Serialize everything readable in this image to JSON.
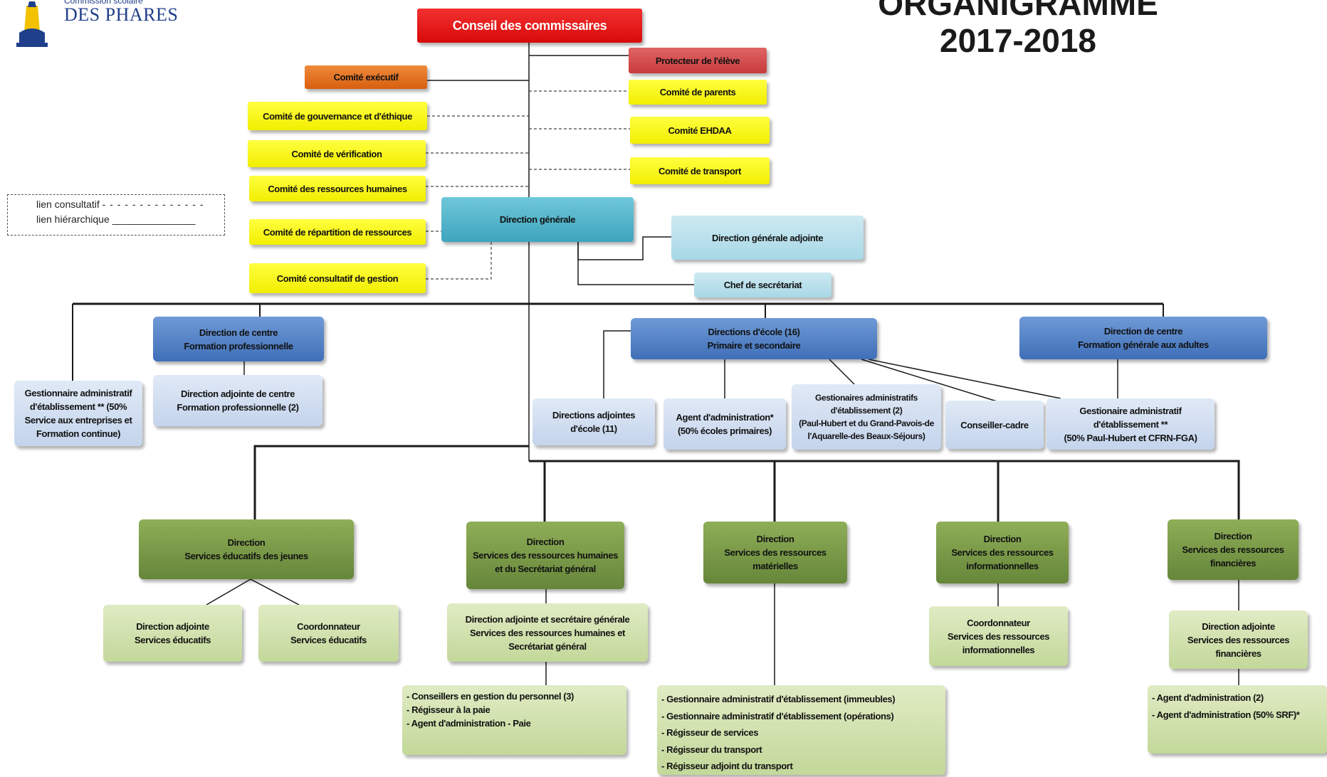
{
  "header": {
    "title_line1": "ORGANIGRAMME",
    "title_line2": "2017-2018",
    "logo_line1": "Commission scolaire",
    "logo_line2": "DES PHARES"
  },
  "legend": {
    "consultatif": "lien consultatif",
    "hierarchique": "lien hiérarchique"
  },
  "top": {
    "conseil": "Conseil des commissaires",
    "comite_executif": "Comité exécutif",
    "protecteur": "Protecteur de l'élève",
    "comite_parents": "Comité de parents",
    "comite_gouvernance": "Comité de gouvernance et d'éthique",
    "comite_ehdaa": "Comité EHDAA",
    "comite_verification": "Comité de vérification",
    "comite_transport": "Comité de transport",
    "comite_rh": "Comité des ressources humaines",
    "comite_repartition": "Comité de répartition de ressources",
    "comite_consultatif": "Comité consultatif de gestion",
    "direction_generale": "Direction générale",
    "dg_adjointe": "Direction générale adjointe",
    "chef_secretariat": "Chef de secrétariat"
  },
  "middle": {
    "dc_fp": "Direction de centre\nFormation professionnelle",
    "gestionnaire_50": "Gestionnaire administratif d'établissement ** (50% Service aux entreprises et Formation continue)",
    "da_fp": "Direction adjointe de centre\nFormation professionnelle (2)",
    "directions_ecole": "Directions d'école (16)\nPrimaire et secondaire",
    "directions_adjointes": "Directions adjointes\nd'école  (11)",
    "agent_admin": "Agent d'administration*\n(50% écoles primaires)",
    "gestionnaires_2": "Gestionaires administratifs\nd'établissement (2)\n(Paul-Hubert et du Grand-Pavois-de l'Aquarelle-des Beaux-Séjours)",
    "conseiller_cadre": "Conseiller-cadre",
    "gestionnaire_cfrn": "Gestionaire administratif\nd'établissement **\n(50% Paul-Hubert et CFRN-FGA)",
    "dc_fga": "Direction de centre\nFormation générale aux adultes"
  },
  "services": {
    "sej": "Direction\nServices éducatifs des jeunes",
    "srh": "Direction\nServices des ressources humaines et du Secrétariat général",
    "srm": "Direction\nServices des ressources matérielles",
    "sri": "Direction\nServices des ressources informationnelles",
    "srf": "Direction\nServices des ressources financières",
    "da_se": "Direction adjointe\nServices éducatifs",
    "coord_se": "Coordonnateur\nServices éducatifs",
    "da_srh": "Direction adjointe et secrétaire générale\nServices  des ressources humaines et Secrétariat général",
    "coord_sri": "Coordonnateur\nServices  des ressources informationnelles",
    "da_srf": "Direction adjointe\nServices  des ressources financières"
  },
  "lists": {
    "srh": [
      "- Conseillers en gestion du personnel (3)",
      "- Régisseur à la paie",
      "- Agent d'administration - Paie"
    ],
    "srm": [
      "- Gestionnaire administratif d'établissement (immeubles)",
      "- Gestionnaire administratif d'établissement (opérations)",
      "- Régisseur de services",
      "- Régisseur du transport",
      "- Régisseur adjoint du transport"
    ],
    "srf": [
      "- Agent d'administration (2)",
      "- Agent d'administration (50% SRF)*"
    ]
  },
  "colors": {
    "red": "#e51a1a",
    "orange": "#e2711f",
    "yellow": "#ffff20",
    "teal": "#4fb3ca",
    "blue": "#4f7fc4",
    "green": "#739244"
  }
}
